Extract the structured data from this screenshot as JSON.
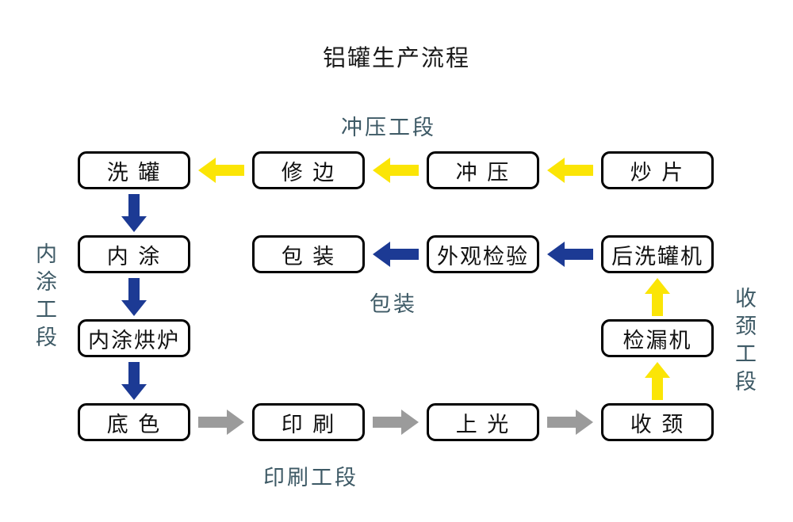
{
  "title": "铝罐生产流程",
  "colors": {
    "yellow": "#FBE506",
    "navy": "#1C3A94",
    "gray": "#9B9B9B",
    "teal": "#3E5A66",
    "box-border": "#000000",
    "box-fill": "#FFFFFF",
    "background": "#FFFFFF"
  },
  "sections": {
    "stamping": "冲压工段",
    "inner_coating": "内涂工段",
    "packaging": "包装",
    "printing": "印刷工段",
    "necking": "收颈工段"
  },
  "nodes": {
    "wash": "洗 罐",
    "trim": "修 边",
    "stamp": "冲 压",
    "sheet": "炒 片",
    "inner_coat": "内 涂",
    "pack": "包 装",
    "inspect": "外观检验",
    "post_wash": "后洗罐机",
    "oven": "内涂烘炉",
    "leak": "检漏机",
    "base": "底 色",
    "print": "印 刷",
    "varnish": "上 光",
    "neck": "收 颈"
  },
  "edges": [
    {
      "from": "炒片",
      "to": "冲压",
      "color": "yellow",
      "direction": "left"
    },
    {
      "from": "冲压",
      "to": "修边",
      "color": "yellow",
      "direction": "left"
    },
    {
      "from": "修边",
      "to": "洗罐",
      "color": "yellow",
      "direction": "left"
    },
    {
      "from": "洗罐",
      "to": "内涂",
      "color": "navy",
      "direction": "down"
    },
    {
      "from": "内涂",
      "to": "内涂烘炉",
      "color": "navy",
      "direction": "down"
    },
    {
      "from": "内涂烘炉",
      "to": "底色",
      "color": "navy",
      "direction": "down"
    },
    {
      "from": "底色",
      "to": "印刷",
      "color": "gray",
      "direction": "right"
    },
    {
      "from": "印刷",
      "to": "上光",
      "color": "gray",
      "direction": "right"
    },
    {
      "from": "上光",
      "to": "收颈",
      "color": "gray",
      "direction": "right"
    },
    {
      "from": "收颈",
      "to": "检漏机",
      "color": "yellow",
      "direction": "up"
    },
    {
      "from": "检漏机",
      "to": "后洗罐机",
      "color": "yellow",
      "direction": "up"
    },
    {
      "from": "后洗罐机",
      "to": "外观检验",
      "color": "navy",
      "direction": "left"
    },
    {
      "from": "外观检验",
      "to": "包装",
      "color": "navy",
      "direction": "left"
    }
  ]
}
